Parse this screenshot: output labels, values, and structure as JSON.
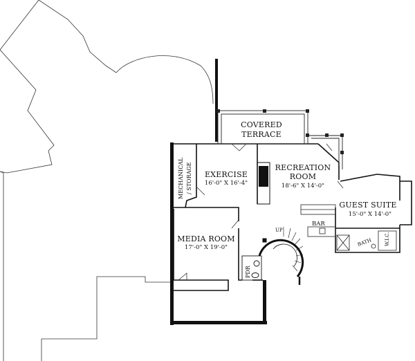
{
  "plan": {
    "rooms": {
      "covered_terrace": {
        "line1": "COVERED",
        "line2": "TERRACE"
      },
      "exercise": {
        "name": "EXERCISE",
        "dims": "16'-0\" X 16'-4\""
      },
      "recreation": {
        "line1": "RECREATION",
        "line2": "ROOM",
        "dims": "18'-6\" X 14'-0\""
      },
      "guest_suite": {
        "name": "GUEST SUITE",
        "dims": "15'-0\" X 14'-0\""
      },
      "media_room": {
        "name": "MEDIA ROOM",
        "dims": "17'-0\" X 19'-0\""
      },
      "mechanical": {
        "line1": "MECHANICAL",
        "line2": "/ STORAGE"
      },
      "bar": "BAR",
      "up": "UP",
      "pdr": "PDR",
      "bath": "BATH",
      "wic": "W.I.C."
    }
  }
}
